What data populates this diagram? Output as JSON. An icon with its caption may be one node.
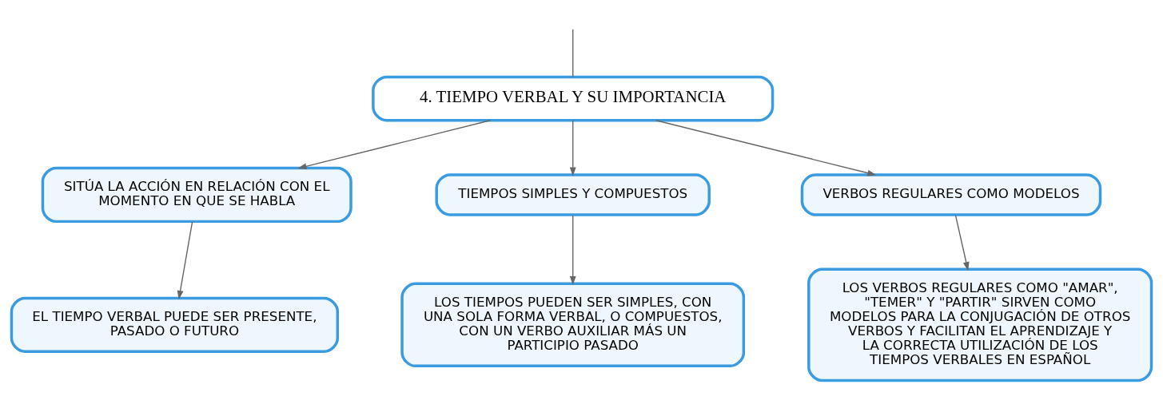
{
  "diagram": {
    "nodes": [
      {
        "text": [
          "4. TIEMPO VERBAL Y SU IMPORTANCIA"
        ]
      },
      {
        "text": [
          "SITÚA LA ACCIÓN EN RELACIÓN CON EL MOMENTO EN QUE SE HABLA"
        ]
      },
      {
        "text": [
          "TIEMPOS SIMPLES Y COMPUESTOS"
        ]
      },
      {
        "text": [
          "VERBOS REGULARES COMO MODELOS"
        ]
      },
      {
        "text": [
          "EL TIEMPO VERBAL PUEDE SER PRESENTE, PASADO O FUTURO"
        ]
      },
      {
        "text": [
          "LOS TIEMPOS PUEDEN SER SIMPLES, CON UNA SOLA FORMA VERBAL, O COMPUESTOS, CON UN VERBO AUXILIAR MÁS UN PARTICIPIO PASADO"
        ]
      },
      {
        "text": [
          "LOS VERBOS REGULARES COMO \"AMAR\", \"TEMER\" Y \"PARTIR\" SIRVEN COMO MODELOS PARA LA CONJUGACIÓN DE OTROS VERBOS Y FACILITAN EL APRENDIZAJE Y LA CORRECTA UTILIZACIÓN DE LOS TIEMPOS VERBALES EN ESPAÑOL"
        ]
      }
    ],
    "edges": [
      {
        "from": null,
        "to": 0,
        "arrow": "none"
      },
      {
        "from": 0,
        "to": 1,
        "arrow": "to"
      },
      {
        "from": 0,
        "to": 2,
        "arrow": "to"
      },
      {
        "from": 0,
        "to": 3,
        "arrow": "to"
      },
      {
        "from": 1,
        "to": 4,
        "arrow": "to"
      },
      {
        "from": 2,
        "to": 5,
        "arrow": "to"
      },
      {
        "from": 3,
        "to": 6,
        "arrow": "to"
      }
    ]
  }
}
